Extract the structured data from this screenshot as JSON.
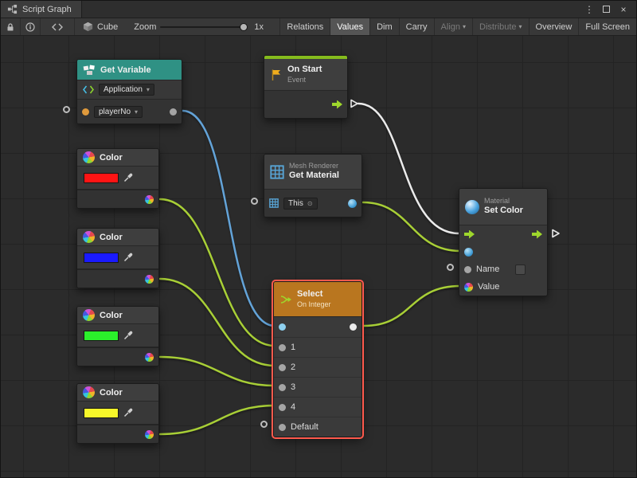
{
  "window": {
    "title": "Script Graph"
  },
  "icons": {
    "menu": "⋮",
    "close": "×",
    "chevron_down": "▾",
    "target": "⊙"
  },
  "toolbar": {
    "target": "Cube",
    "zoom_label": "Zoom",
    "zoom_value": "1x",
    "buttons": [
      {
        "label": "Relations",
        "state": "normal"
      },
      {
        "label": "Values",
        "state": "active"
      },
      {
        "label": "Dim",
        "state": "normal"
      },
      {
        "label": "Carry",
        "state": "normal"
      },
      {
        "label": "Align",
        "state": "disabled"
      },
      {
        "label": "Distribute",
        "state": "disabled"
      },
      {
        "label": "Overview",
        "state": "normal"
      },
      {
        "label": "Full Screen",
        "state": "normal"
      }
    ]
  },
  "nodes": {
    "get_variable": {
      "title": "Get Variable",
      "scope": "Application",
      "variable": "playerNo"
    },
    "on_start": {
      "title": "On Start",
      "subtitle": "Event"
    },
    "colors": [
      {
        "title": "Color",
        "value": "#ff1414"
      },
      {
        "title": "Color",
        "value": "#1a1aff"
      },
      {
        "title": "Color",
        "value": "#2bf02b"
      },
      {
        "title": "Color",
        "value": "#f7f72a"
      }
    ],
    "get_material": {
      "component": "Mesh Renderer",
      "title": "Get Material",
      "target": "This"
    },
    "select": {
      "title": "Select",
      "subtitle": "On Integer",
      "options": [
        "1",
        "2",
        "3",
        "4",
        "Default"
      ]
    },
    "set_color": {
      "component": "Material",
      "title": "Set Color",
      "param_name": "Name",
      "param_value": "Value"
    }
  },
  "theme": {
    "wire_green": "#a8cf36",
    "wire_blue": "#63a3d8",
    "wire_white": "#ebebeb"
  }
}
